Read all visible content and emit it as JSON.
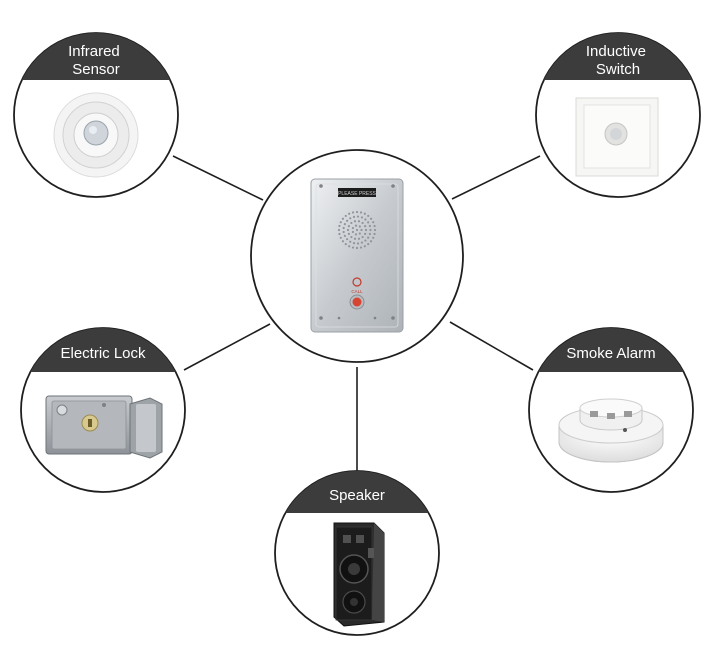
{
  "center": {
    "name": "intercom-panel",
    "display_text": "PLEASE PRESS",
    "call_text": "CALL"
  },
  "devices": [
    {
      "id": "infrared",
      "label_lines": [
        "Infrared",
        "Sensor"
      ],
      "icon": "infrared-sensor-icon"
    },
    {
      "id": "inductive",
      "label_lines": [
        "Inductive",
        "Switch"
      ],
      "icon": "inductive-switch-icon"
    },
    {
      "id": "lock",
      "label_lines": [
        "Electric Lock"
      ],
      "icon": "electric-lock-icon"
    },
    {
      "id": "smoke",
      "label_lines": [
        "Smoke Alarm"
      ],
      "icon": "smoke-alarm-icon"
    },
    {
      "id": "speaker",
      "label_lines": [
        "Speaker"
      ],
      "icon": "speaker-icon"
    }
  ],
  "colors": {
    "circle_stroke": "#1f1f1f",
    "label_band": "#3c3c3c",
    "label_text": "#ffffff",
    "panel": "#c9cdd1"
  }
}
